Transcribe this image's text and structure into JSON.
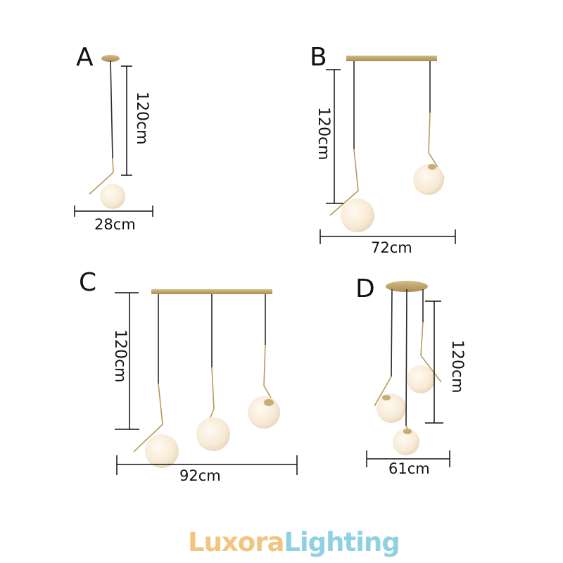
{
  "diagram": {
    "variants": [
      {
        "id": "A",
        "label": "A",
        "height": "120cm",
        "width": "28cm",
        "lamps": 1,
        "canopy": "round"
      },
      {
        "id": "B",
        "label": "B",
        "height": "120cm",
        "width": "72cm",
        "lamps": 2,
        "canopy": "linear"
      },
      {
        "id": "C",
        "label": "C",
        "height": "120cm",
        "width": "92cm",
        "lamps": 3,
        "canopy": "linear"
      },
      {
        "id": "D",
        "label": "D",
        "height": "120cm",
        "width": "61cm",
        "lamps": 3,
        "canopy": "round"
      }
    ]
  },
  "brand": {
    "part1": "Luxora",
    "part2": "Lighting"
  },
  "colors": {
    "brass": "#b79a5c",
    "cord": "#2a2a2a",
    "globe": "#f8eedd",
    "brand_orange": "#f2c57f",
    "brand_blue": "#8fd0e2"
  }
}
